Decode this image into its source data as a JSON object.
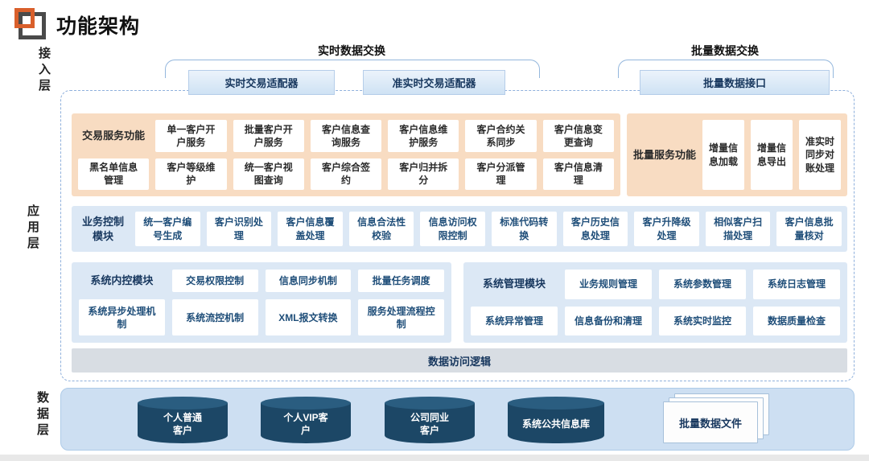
{
  "header": {
    "title": "功能架构"
  },
  "layers": {
    "access": "接入层",
    "application": "应用层",
    "data": "数据层"
  },
  "access": {
    "realtime_group": {
      "title": "实时数据交换",
      "adapters": [
        "实时交易适配器",
        "准实时交易适配器"
      ]
    },
    "batch_group": {
      "title": "批量数据交换",
      "adapters": [
        "批量数据接口"
      ]
    }
  },
  "application": {
    "transaction": {
      "label": "交易服务功能",
      "row1": [
        "单一客户开户服务",
        "批量客户开户服务",
        "客户信息查询服务",
        "客户信息维护服务",
        "客户合约关系同步",
        "客户信息变更查询"
      ],
      "row2": [
        "黑名单信息管理",
        "客户等级维护",
        "统一客户视图查询",
        "客户综合签约",
        "客户归并拆分",
        "客户分派管理",
        "客户信息清理"
      ]
    },
    "batch": {
      "label": "批量服务功能",
      "items": [
        "增量信息加载",
        "增量信息导出",
        "准实时同步对账处理"
      ]
    },
    "business_control": {
      "label": "业务控制模块",
      "items": [
        "统一客户编号生成",
        "客户识别处理",
        "客户信息覆盖处理",
        "信息合法性校验",
        "信息访问权限控制",
        "标准代码转换",
        "客户历史信息处理",
        "客户升降级处理",
        "相似客户扫描处理",
        "客户信息批量核对"
      ]
    },
    "internal_control": {
      "label": "系统内控模块",
      "row1": [
        "交易权限控制",
        "信息同步机制",
        "批量任务调度"
      ],
      "row2": [
        "系统异步处理机制",
        "系统流控机制",
        "XML报文转换",
        "服务处理流程控制"
      ]
    },
    "system_mgmt": {
      "label": "系统管理模块",
      "row1": [
        "业务规则管理",
        "系统参数管理",
        "系统日志管理"
      ],
      "row2": [
        "系统异常管理",
        "信息备份和清理",
        "系统实时监控",
        "数据质量检查"
      ]
    },
    "data_access_label": "数据访问逻辑"
  },
  "data_layer": {
    "databases": [
      "个人普通客户",
      "个人VIP客户",
      "公司同业客户",
      "系统公共信息库"
    ],
    "file_label": "批量数据文件"
  },
  "colors": {
    "accent_orange": "#f8dcc2",
    "accent_blue": "#dce8f5",
    "container_blue": "#cddff2",
    "cylinder_navy": "#1c4766",
    "line_blue": "#94b7dd",
    "text_navy": "#1f4e79",
    "logo_orange": "#d95f2b"
  }
}
